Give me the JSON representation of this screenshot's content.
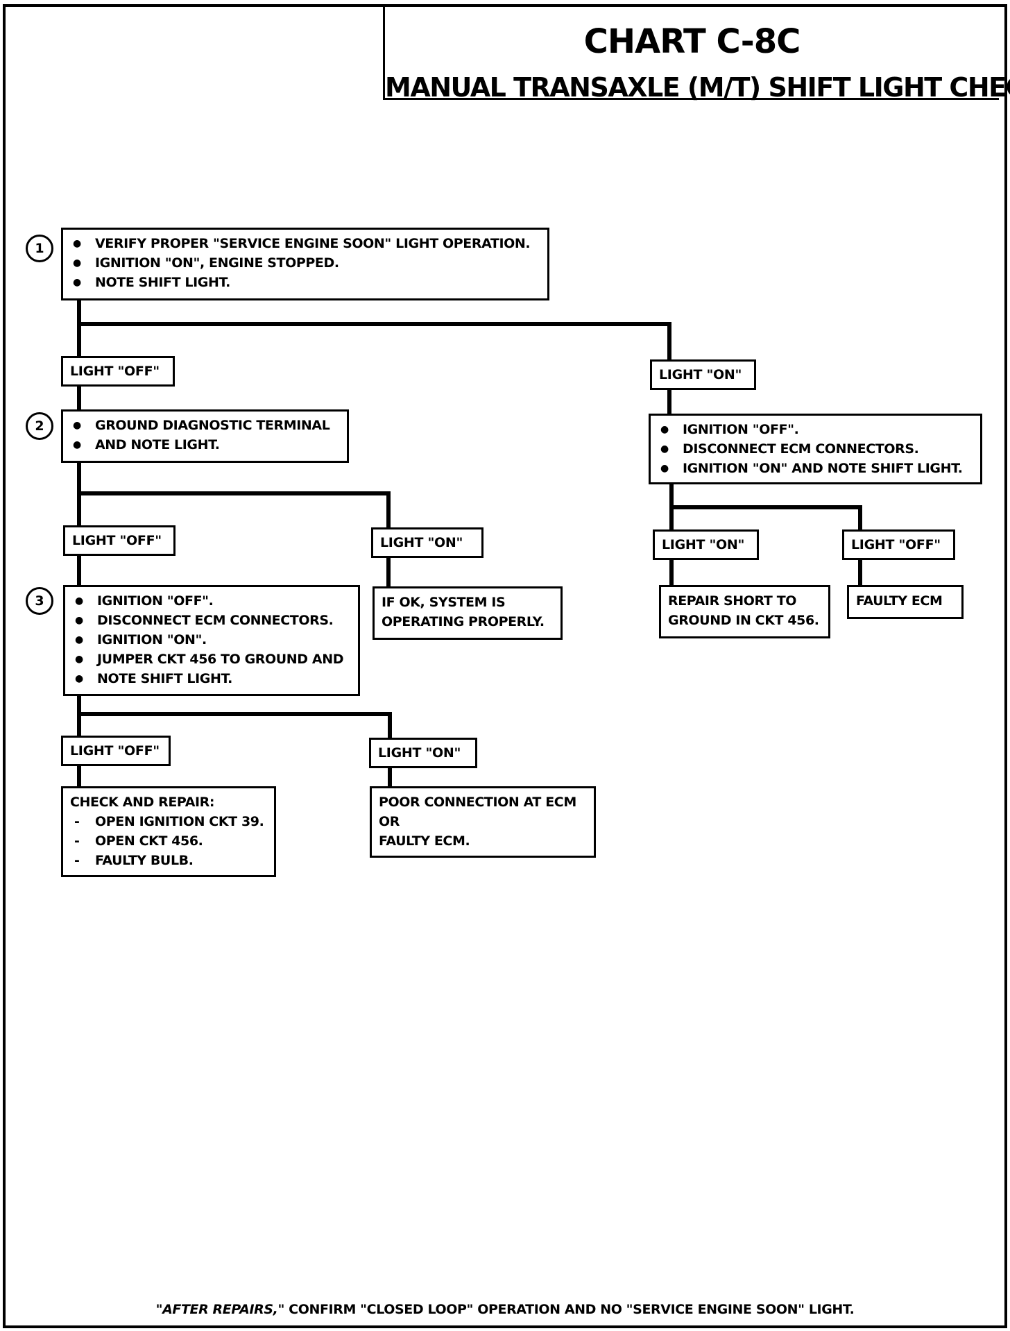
{
  "title": {
    "main": "CHART C-8C",
    "sub": "MANUAL TRANSAXLE (M/T) SHIFT LIGHT CHECK"
  },
  "steps": [
    "1",
    "2",
    "3"
  ],
  "box1": {
    "items": [
      "VERIFY PROPER \"SERVICE ENGINE SOON\" LIGHT OPERATION.",
      "IGNITION \"ON\", ENGINE  STOPPED.",
      "NOTE SHIFT LIGHT."
    ]
  },
  "labels": {
    "l1_off": "LIGHT \"OFF\"",
    "l1_on": "LIGHT \"ON\"",
    "l2_off": "LIGHT \"OFF\"",
    "l2_on": "LIGHT \"ON\"",
    "r_on": "LIGHT \"ON\"",
    "r_off": "LIGHT \"OFF\"",
    "l3_off": "LIGHT \"OFF\"",
    "l3_on": "LIGHT \"ON\""
  },
  "box2": {
    "items": [
      "GROUND DIAGNOSTIC TERMINAL",
      "AND NOTE LIGHT."
    ]
  },
  "box_right": {
    "items": [
      "IGNITION \"OFF\".",
      "DISCONNECT ECM  CONNECTORS.",
      "IGNITION \"ON\" AND NOTE SHIFT LIGHT."
    ]
  },
  "box3": {
    "items": [
      "IGNITION \"OFF\".",
      "DISCONNECT ECM CONNECTORS.",
      "IGNITION \"ON\".",
      "JUMPER CKT 456 TO GROUND AND",
      "NOTE SHIFT LIGHT."
    ]
  },
  "box_ok": {
    "lines": [
      "IF OK, SYSTEM IS",
      "OPERATING PROPERLY."
    ]
  },
  "box_short": {
    "lines": [
      "REPAIR SHORT TO",
      "GROUND IN CKT 456."
    ]
  },
  "box_faulty": {
    "lines": [
      "FAULTY ECM"
    ]
  },
  "box_check": {
    "heading": "CHECK AND REPAIR:",
    "items": [
      "OPEN IGNITION CKT 39.",
      "OPEN CKT 456.",
      "FAULTY BULB."
    ]
  },
  "box_poor": {
    "lines": [
      "POOR CONNECTION AT ECM",
      "OR",
      "FAULTY ECM."
    ]
  },
  "footer": {
    "italic": "\"AFTER REPAIRS,\"",
    "rest": " CONFIRM \"CLOSED LOOP\" OPERATION AND NO \"SERVICE ENGINE SOON\" LIGHT."
  }
}
